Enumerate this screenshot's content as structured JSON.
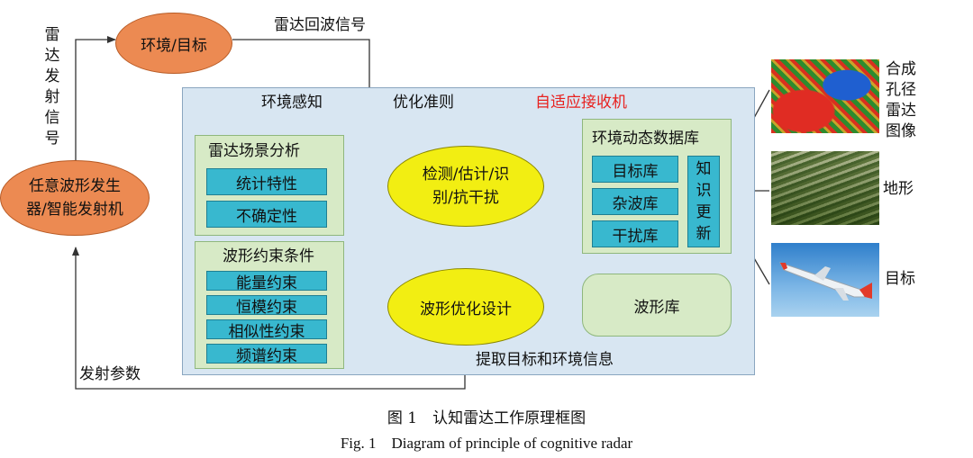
{
  "transmitter": {
    "label_line1": "任意波形发生",
    "label_line2": "器/智能发射机"
  },
  "environment_target": {
    "label": "环境/目标"
  },
  "radar_tx_signal_label": "雷达发射信号",
  "radar_echo_label": "雷达回波信号",
  "receiver": {
    "title": "自适应接收机",
    "env_perception_label": "环境感知",
    "optimization_criteria_label": "优化准则",
    "extract_info_label": "提取目标和环境信息"
  },
  "scene_analysis": {
    "title": "雷达场景分析",
    "items": [
      "统计特性",
      "不确定性"
    ]
  },
  "detection": {
    "line1": "检测/估计/识",
    "line2": "别/抗干扰"
  },
  "waveform_constraints": {
    "title": "波形约束条件",
    "items": [
      "能量约束",
      "恒模约束",
      "相似性约束",
      "频谱约束"
    ]
  },
  "waveform_design": {
    "label": "波形优化设计"
  },
  "env_database": {
    "title": "环境动态数据库",
    "libraries": [
      "目标库",
      "杂波库",
      "干扰库"
    ],
    "update_label": "知识更新"
  },
  "waveform_library": {
    "label": "波形库"
  },
  "tx_params_label": "发射参数",
  "inputs": [
    {
      "label": "合成孔径雷达图像"
    },
    {
      "label": "地形"
    },
    {
      "label": "目标"
    }
  ],
  "caption": {
    "cn": "图 1　认知雷达工作原理框图",
    "en": "Fig. 1　Diagram of principle of cognitive radar"
  },
  "colors": {
    "receiver_bg": "#d8e6f2",
    "panel_green": "#d7eac6",
    "box_cyan": "#38b8cf",
    "ellipse_orange": "#ec8a52",
    "ellipse_yellow": "#f2ee12",
    "title_red": "#e8211f"
  }
}
